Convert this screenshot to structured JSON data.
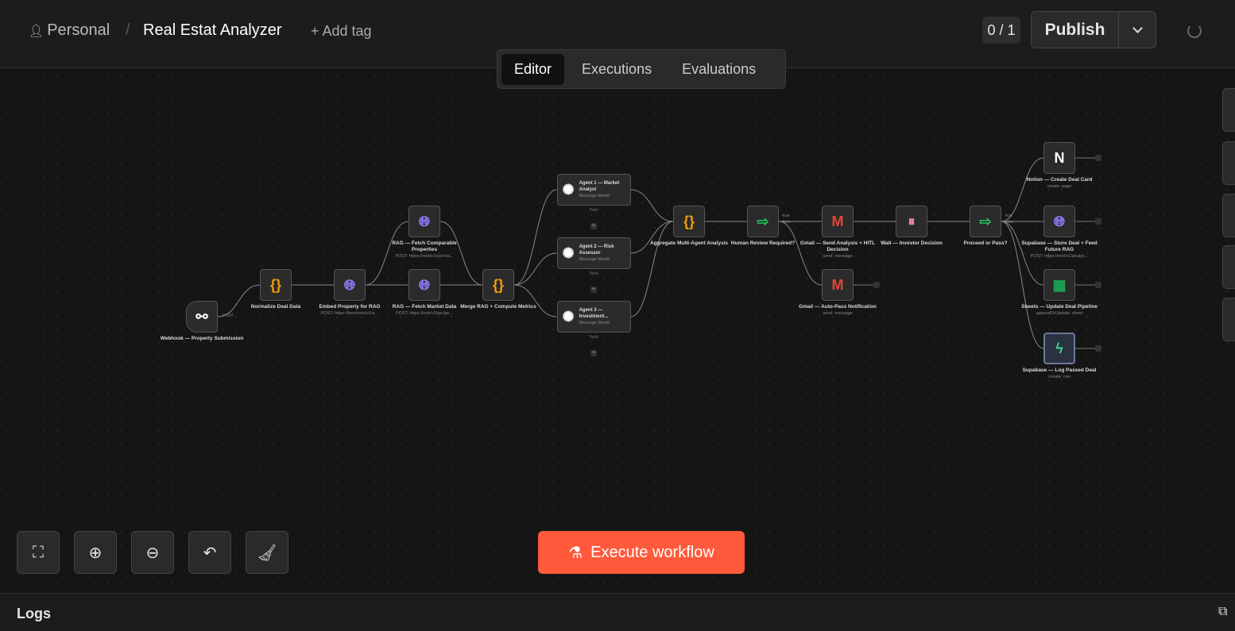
{
  "header": {
    "project": "Personal",
    "workflow_name": "Real Estat Analyzer",
    "add_tag": "+ Add tag",
    "counter": "0 / 1",
    "publish": "Publish"
  },
  "tabs": [
    {
      "label": "Editor",
      "active": true
    },
    {
      "label": "Executions"
    },
    {
      "label": "Evaluations"
    }
  ],
  "nodes": [
    {
      "id": "webhook",
      "name": "Webhook — Property Submission",
      "icon": "webhook-icon",
      "glyph": "⚯",
      "color": "#ffffff",
      "out_label": "POST"
    },
    {
      "id": "normalize",
      "name": "Normalize Deal Data",
      "icon": "code-icon",
      "glyph": "{}",
      "color": "#f59e0b"
    },
    {
      "id": "embed",
      "name": "Embed Property for RAG",
      "sub": "POST: https://functions/v1/e...",
      "icon": "globe-icon",
      "glyph": "🌐︎",
      "color": "#8b7cf6"
    },
    {
      "id": "ragcomp",
      "name": "RAG — Fetch Comparable Properties",
      "sub": "POST: https://rest/v1/rpc/ma...",
      "icon": "globe-icon",
      "glyph": "🌐︎",
      "color": "#8b7cf6"
    },
    {
      "id": "ragmarket",
      "name": "RAG — Fetch Market Data",
      "sub": "POST: https://rest/v1/rpc/ge...",
      "icon": "globe-icon",
      "glyph": "🌐︎",
      "color": "#8b7cf6"
    },
    {
      "id": "merge",
      "name": "Merge RAG + Compute Metrics",
      "icon": "code-icon",
      "glyph": "{}",
      "color": "#f59e0b"
    },
    {
      "id": "agent1",
      "name": "Agent 1 — Market Analyst",
      "sub": "Message Model",
      "tools": "Tools",
      "icon": "openai-icon",
      "glyph": "✺",
      "color": "#ffffff"
    },
    {
      "id": "agent2",
      "name": "Agent 2 — Risk Assessor",
      "sub": "Message Model",
      "tools": "Tools",
      "icon": "openai-icon",
      "glyph": "✺",
      "color": "#ffffff"
    },
    {
      "id": "agent3",
      "name": "Agent 3 — Investment...",
      "sub": "Message Model",
      "tools": "Tools",
      "icon": "openai-icon",
      "glyph": "✺",
      "color": "#ffffff"
    },
    {
      "id": "aggregate",
      "name": "Aggregate Multi-Agent Analysis",
      "icon": "code-icon",
      "glyph": "{}",
      "color": "#f59e0b"
    },
    {
      "id": "human",
      "name": "Human Review Required?",
      "icon": "signpost-icon",
      "glyph": "⇨",
      "color": "#22c55e",
      "outputs": [
        "true",
        "false"
      ]
    },
    {
      "id": "gmail1",
      "name": "Gmail — Send Analysis + HITL Decision",
      "sub": "send: message",
      "icon": "gmail-icon",
      "glyph": "M",
      "color": "#ea4335"
    },
    {
      "id": "gmail2",
      "name": "Gmail — Auto-Pass Notification",
      "sub": "send: message",
      "icon": "gmail-icon",
      "glyph": "M",
      "color": "#ea4335"
    },
    {
      "id": "wait",
      "name": "Wait — Investor Decision",
      "icon": "pause-icon",
      "glyph": "⏸︎",
      "color": "#f08a9a"
    },
    {
      "id": "proceed",
      "name": "Proceed or Pass?",
      "icon": "signpost-icon",
      "glyph": "⇨",
      "color": "#22c55e",
      "outputs": [
        "true",
        "false"
      ]
    },
    {
      "id": "notion",
      "name": "Notion — Create Deal Card",
      "sub": "create: page",
      "icon": "notion-icon",
      "glyph": "N",
      "color": "#ffffff"
    },
    {
      "id": "supastore",
      "name": "Supabase — Store Deal + Feed Future RAG",
      "sub": "POST: https://rest/v1/analyz...",
      "icon": "globe-icon",
      "glyph": "🌐︎",
      "color": "#8b7cf6"
    },
    {
      "id": "sheets",
      "name": "Sheets — Update Deal Pipeline",
      "sub": "appendOrUpdate: sheet",
      "icon": "sheets-icon",
      "glyph": "▦",
      "color": "#22a559"
    },
    {
      "id": "supalog",
      "name": "Supabase — Log Passed Deal",
      "sub": "create: row",
      "icon": "supabase-icon",
      "glyph": "ϟ",
      "color": "#3ecf8e",
      "selected": true
    }
  ],
  "connections": [
    [
      "webhook",
      "normalize"
    ],
    [
      "normalize",
      "embed"
    ],
    [
      "embed",
      "ragcomp"
    ],
    [
      "embed",
      "ragmarket"
    ],
    [
      "ragcomp",
      "merge"
    ],
    [
      "ragmarket",
      "merge"
    ],
    [
      "merge",
      "agent1"
    ],
    [
      "merge",
      "agent2"
    ],
    [
      "merge",
      "agent3"
    ],
    [
      "agent1",
      "aggregate"
    ],
    [
      "agent2",
      "aggregate"
    ],
    [
      "agent3",
      "aggregate"
    ],
    [
      "aggregate",
      "human"
    ],
    [
      "human",
      "gmail1"
    ],
    [
      "human",
      "gmail2"
    ],
    [
      "gmail1",
      "wait"
    ],
    [
      "wait",
      "proceed"
    ],
    [
      "proceed",
      "notion"
    ],
    [
      "proceed",
      "supastore"
    ],
    [
      "proceed",
      "sheets"
    ],
    [
      "proceed",
      "supalog"
    ]
  ],
  "toolbar": {
    "execute": "Execute workflow"
  },
  "logs": {
    "label": "Logs"
  }
}
